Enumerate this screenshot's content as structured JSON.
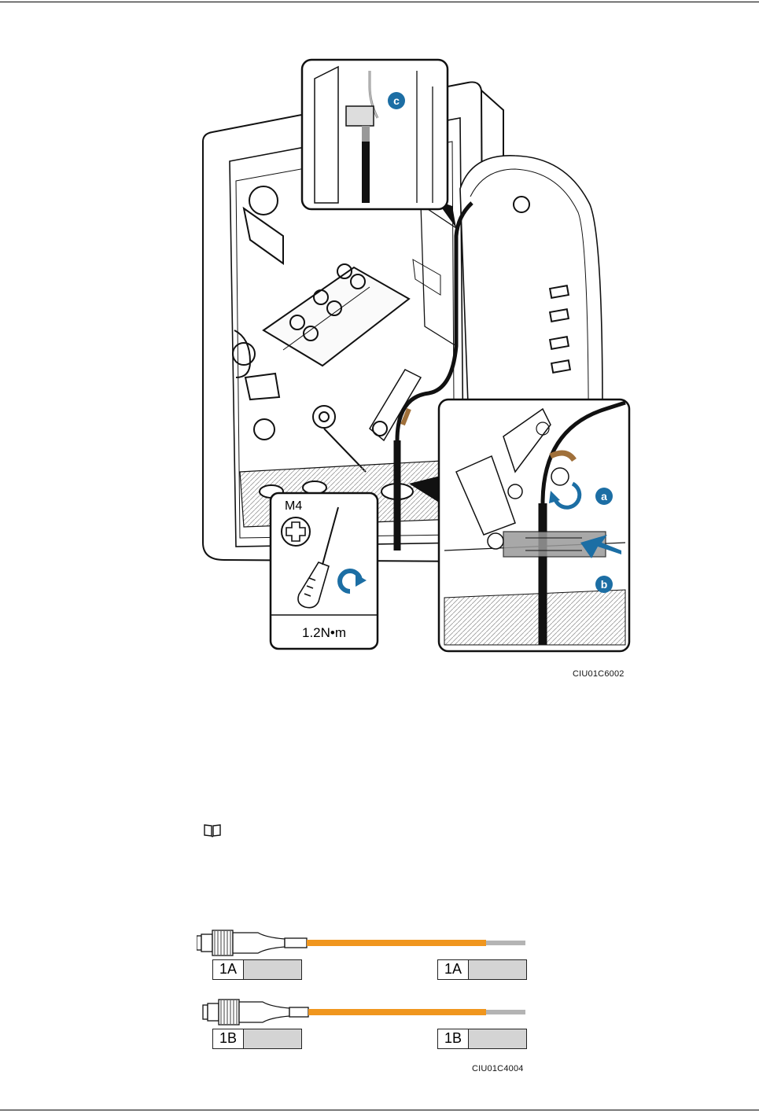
{
  "figure1": {
    "torque_label": "M4",
    "torque_value": "1.2N•m",
    "callouts": [
      "a",
      "b",
      "c"
    ],
    "figure_id": "CIU01C6002"
  },
  "figure2": {
    "cables": [
      {
        "left_label": "1A",
        "right_label": "1A"
      },
      {
        "left_label": "1B",
        "right_label": "1B"
      }
    ],
    "figure_id": "CIU01C4004",
    "fiber_color": "#f0961e",
    "end_color": "#b4b4b4"
  },
  "note": {
    "icon": "book-note-icon"
  },
  "accent_color": "#1c6ea4"
}
